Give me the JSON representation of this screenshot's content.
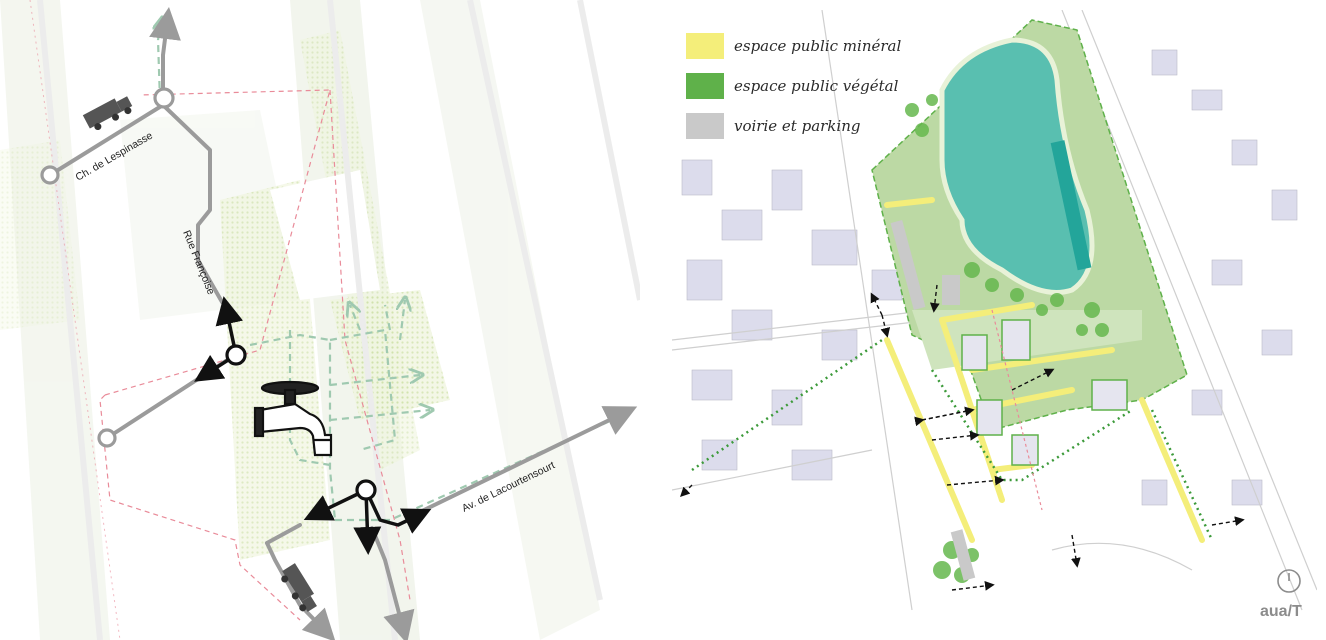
{
  "left_map": {
    "streets": {
      "lespinasse": "Ch. de Lespinasse",
      "francoise": "Rue Françoise",
      "lacourtensourt": "Av. de Lacourtensourt"
    },
    "colors": {
      "paper": "#ffffff",
      "perimeter": "#e98b99",
      "green_hatch": "#c9dd9e",
      "route": "#9b9b9b",
      "route_dark": "#111111",
      "dashed_green": "#9fc9b0"
    },
    "icons": [
      "truck-icon",
      "water-tap-icon",
      "roundabout-icon"
    ]
  },
  "right_map": {
    "legend": [
      {
        "label": "espace public minéral",
        "color": "#f4ee7a"
      },
      {
        "label": "espace public végétal",
        "color": "#5fb14a"
      },
      {
        "label": "voirie et parking",
        "color": "#c9c9c9"
      }
    ],
    "colors": {
      "lake": "#59bfb0",
      "park": "#bcd9a4",
      "building": "#dcdcec",
      "tree": "#66b84e"
    },
    "logo": "aua/T"
  }
}
